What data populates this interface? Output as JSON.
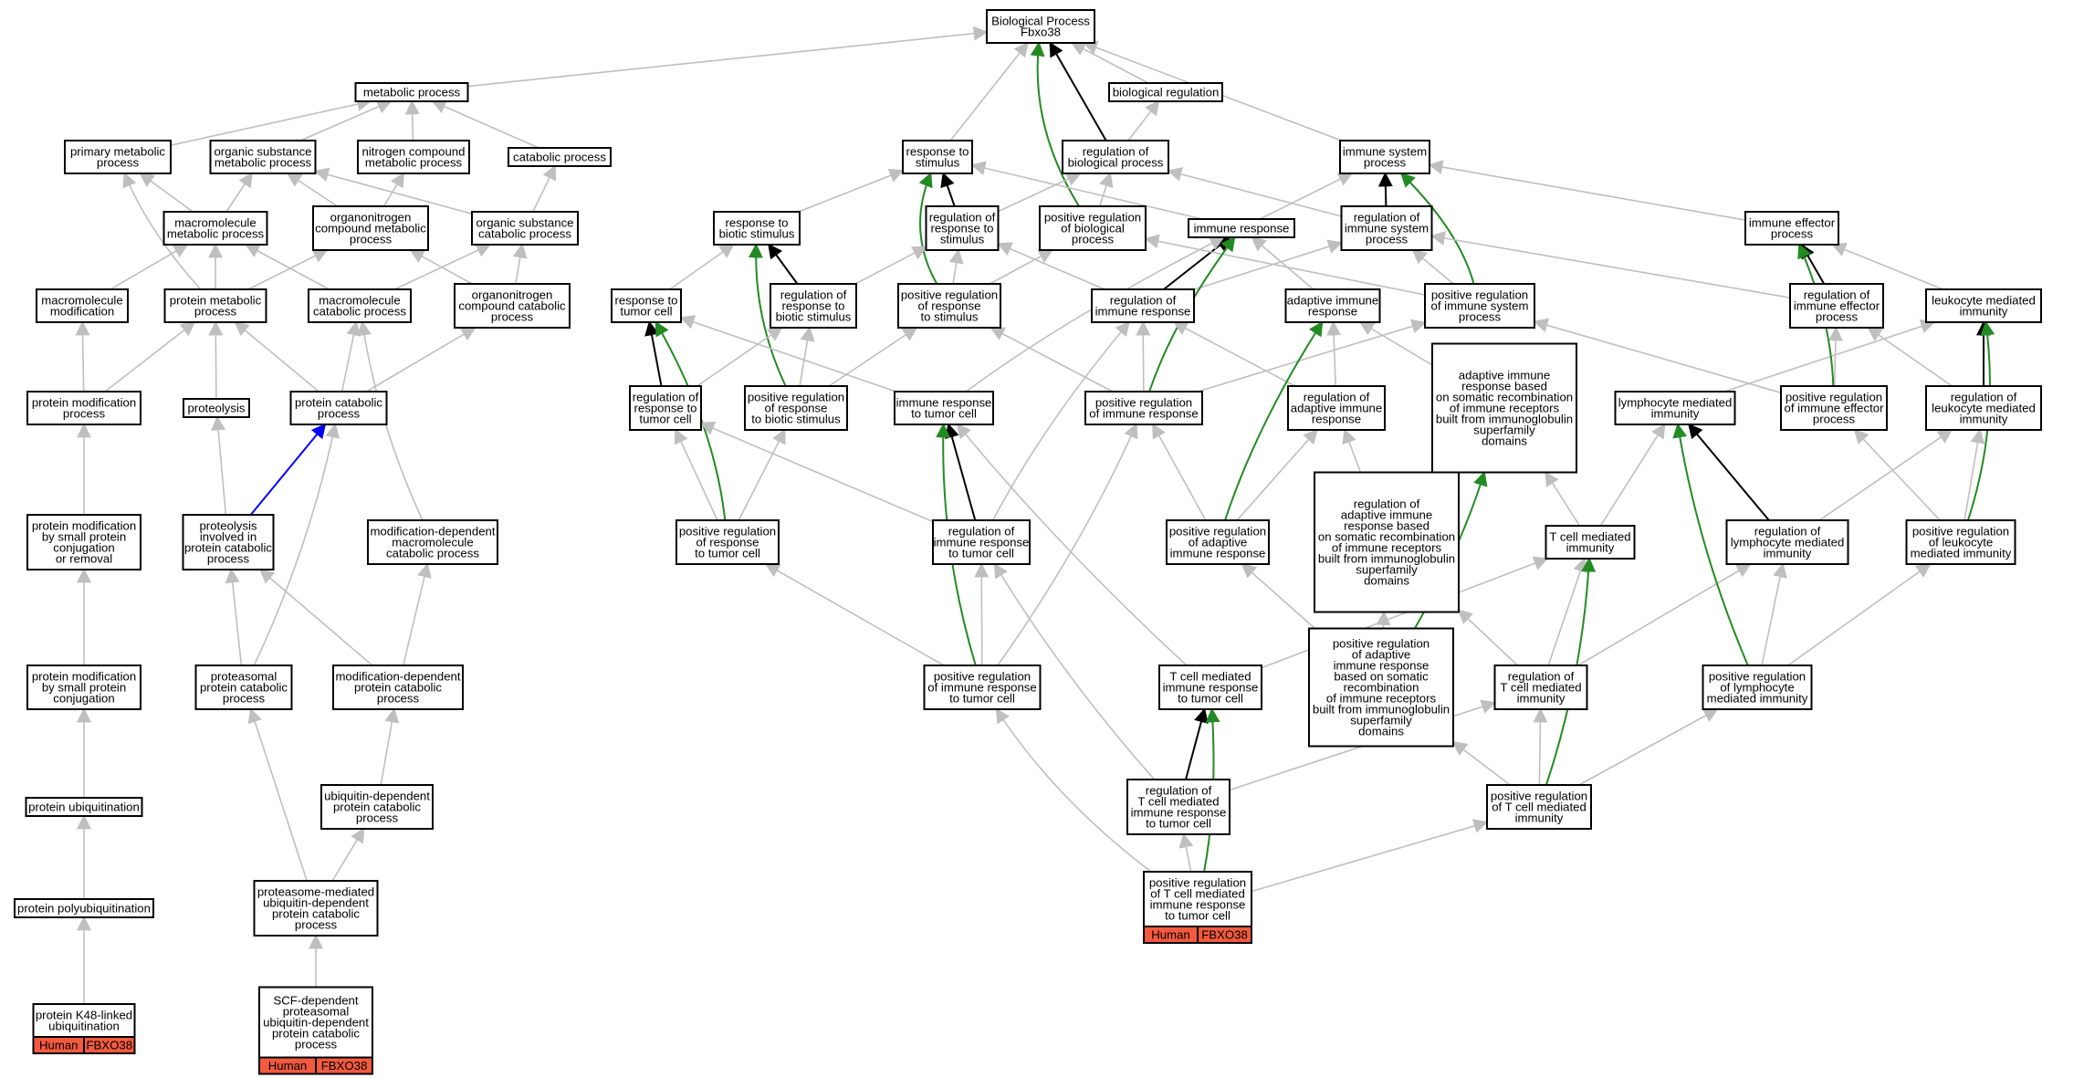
{
  "colors": {
    "background": "#ffffff",
    "edge_default": "#bfbfbf",
    "edge_is_a": "#000000",
    "edge_positive_regulation": "#228b22",
    "edge_part_of": "#0000ff",
    "gene_fill": "#f25a3f"
  },
  "nodes": [
    {
      "id": "bp",
      "label": [
        "Biological Process",
        "Fbxo38"
      ]
    },
    {
      "id": "metab",
      "label": [
        "metabolic process"
      ]
    },
    {
      "id": "bioreg",
      "label": [
        "biological regulation"
      ]
    },
    {
      "id": "primmetab",
      "label": [
        "primary metabolic",
        "process"
      ]
    },
    {
      "id": "orgsub",
      "label": [
        "organic substance",
        "metabolic process"
      ]
    },
    {
      "id": "nitro",
      "label": [
        "nitrogen compound",
        "metabolic process"
      ]
    },
    {
      "id": "catab",
      "label": [
        "catabolic process"
      ]
    },
    {
      "id": "resp_stim",
      "label": [
        "response to",
        "stimulus"
      ]
    },
    {
      "id": "reg_bio",
      "label": [
        "regulation of",
        "biological process"
      ]
    },
    {
      "id": "imm_sys",
      "label": [
        "immune system",
        "process"
      ]
    },
    {
      "id": "macro_met",
      "label": [
        "macromolecule",
        "metabolic process"
      ]
    },
    {
      "id": "orgnitro",
      "label": [
        "organonitrogen",
        "compound metabolic",
        "process"
      ]
    },
    {
      "id": "orgsub_cat",
      "label": [
        "organic substance",
        "catabolic process"
      ]
    },
    {
      "id": "resp_biotic",
      "label": [
        "response to",
        "biotic stimulus"
      ]
    },
    {
      "id": "reg_resp_stim",
      "label": [
        "regulation of",
        "response to",
        "stimulus"
      ]
    },
    {
      "id": "pos_reg_bio",
      "label": [
        "positive regulation",
        "of biological",
        "process"
      ]
    },
    {
      "id": "imm_resp",
      "label": [
        "immune response"
      ]
    },
    {
      "id": "reg_imm_sys",
      "label": [
        "regulation of",
        "immune system",
        "process"
      ]
    },
    {
      "id": "imm_eff",
      "label": [
        "immune effector",
        "process"
      ]
    },
    {
      "id": "macro_mod",
      "label": [
        "macromolecule",
        "modification"
      ]
    },
    {
      "id": "prot_met",
      "label": [
        "protein metabolic",
        "process"
      ]
    },
    {
      "id": "macro_cat",
      "label": [
        "macromolecule",
        "catabolic process"
      ]
    },
    {
      "id": "orgnitro_cat",
      "label": [
        "organonitrogen",
        "compound catabolic",
        "process"
      ]
    },
    {
      "id": "resp_tumor",
      "label": [
        "response to",
        "tumor cell"
      ]
    },
    {
      "id": "reg_resp_biotic",
      "label": [
        "regulation of",
        "response to",
        "biotic stimulus"
      ]
    },
    {
      "id": "pos_reg_resp_stim",
      "label": [
        "positive regulation",
        "of response",
        "to stimulus"
      ]
    },
    {
      "id": "reg_imm_resp",
      "label": [
        "regulation of",
        "immune response"
      ]
    },
    {
      "id": "adapt_imm",
      "label": [
        "adaptive immune",
        "response"
      ]
    },
    {
      "id": "pos_reg_imm_sys",
      "label": [
        "positive regulation",
        "of immune system",
        "process"
      ]
    },
    {
      "id": "reg_imm_eff",
      "label": [
        "regulation of",
        "immune effector",
        "process"
      ]
    },
    {
      "id": "leuk_med",
      "label": [
        "leukocyte mediated",
        "immunity"
      ]
    },
    {
      "id": "prot_mod",
      "label": [
        "protein modification",
        "process"
      ]
    },
    {
      "id": "proteolysis",
      "label": [
        "proteolysis"
      ]
    },
    {
      "id": "prot_cat",
      "label": [
        "protein catabolic",
        "process"
      ]
    },
    {
      "id": "reg_resp_tumor",
      "label": [
        "regulation of",
        "response to",
        "tumor cell"
      ]
    },
    {
      "id": "pos_reg_resp_biotic",
      "label": [
        "positive regulation",
        "of response",
        "to biotic stimulus"
      ]
    },
    {
      "id": "imm_resp_tumor",
      "label": [
        "immune response",
        "to tumor cell"
      ]
    },
    {
      "id": "pos_reg_imm_resp",
      "label": [
        "positive regulation",
        "of immune response"
      ]
    },
    {
      "id": "reg_adapt",
      "label": [
        "regulation of",
        "adaptive immune",
        "response"
      ]
    },
    {
      "id": "adapt_somatic",
      "label": [
        "adaptive immune",
        "response based",
        "on somatic recombination",
        "of immune receptors",
        "built from immunoglobulin",
        "superfamily",
        "domains"
      ]
    },
    {
      "id": "lymph_med",
      "label": [
        "lymphocyte mediated",
        "immunity"
      ]
    },
    {
      "id": "pos_reg_imm_eff",
      "label": [
        "positive regulation",
        "of immune effector",
        "process"
      ]
    },
    {
      "id": "reg_leuk",
      "label": [
        "regulation of",
        "leukocyte mediated",
        "immunity"
      ]
    },
    {
      "id": "prot_mod_small",
      "label": [
        "protein modification",
        "by small protein",
        "conjugation",
        "or removal"
      ]
    },
    {
      "id": "proteolysis_cat",
      "label": [
        "proteolysis",
        "involved in",
        "protein catabolic",
        "process"
      ]
    },
    {
      "id": "mod_dep_macro",
      "label": [
        "modification-dependent",
        "macromolecule",
        "catabolic process"
      ]
    },
    {
      "id": "pos_reg_resp_tumor",
      "label": [
        "positive regulation",
        "of response",
        "to tumor cell"
      ]
    },
    {
      "id": "reg_imm_resp_tumor",
      "label": [
        "regulation of",
        "immune response",
        "to tumor cell"
      ]
    },
    {
      "id": "pos_reg_adapt",
      "label": [
        "positive regulation",
        "of adaptive",
        "immune response"
      ]
    },
    {
      "id": "reg_adapt_somatic",
      "label": [
        "regulation of",
        "adaptive immune",
        "response based",
        "on somatic recombination",
        "of immune receptors",
        "built from immunoglobulin",
        "superfamily",
        "domains"
      ]
    },
    {
      "id": "t_med",
      "label": [
        "T cell mediated",
        "immunity"
      ]
    },
    {
      "id": "reg_lymph",
      "label": [
        "regulation of",
        "lymphocyte mediated",
        "immunity"
      ]
    },
    {
      "id": "pos_reg_leuk",
      "label": [
        "positive regulation",
        "of leukocyte",
        "mediated immunity"
      ]
    },
    {
      "id": "prot_mod_conj",
      "label": [
        "protein modification",
        "by small protein",
        "conjugation"
      ]
    },
    {
      "id": "prot_cat_proc",
      "label": [
        "proteasomal",
        "protein catabolic",
        "process"
      ]
    },
    {
      "id": "mod_dep_prot",
      "label": [
        "modification-dependent",
        "protein catabolic",
        "process"
      ]
    },
    {
      "id": "pos_reg_imm_resp_tumor",
      "label": [
        "positive regulation",
        "of immune response",
        "to tumor cell"
      ]
    },
    {
      "id": "t_med_tumor",
      "label": [
        "T cell mediated",
        "immune response",
        "to tumor cell"
      ]
    },
    {
      "id": "pos_reg_adapt_somatic",
      "label": [
        "positive regulation",
        "of adaptive",
        "immune response",
        "based on somatic",
        "recombination",
        "of immune receptors",
        "built from immunoglobulin",
        "superfamily",
        "domains"
      ]
    },
    {
      "id": "reg_t_med",
      "label": [
        "regulation of",
        "T cell mediated",
        "immunity"
      ]
    },
    {
      "id": "pos_reg_lymph",
      "label": [
        "positive regulation",
        "of lymphocyte",
        "mediated immunity"
      ]
    },
    {
      "id": "prot_ubiq",
      "label": [
        "protein ubiquitination"
      ]
    },
    {
      "id": "ubiq_dep",
      "label": [
        "ubiquitin-dependent",
        "protein catabolic",
        "process"
      ]
    },
    {
      "id": "reg_t_med_tumor",
      "label": [
        "regulation of",
        "T cell mediated",
        "immune response",
        "to tumor cell"
      ]
    },
    {
      "id": "pos_reg_t_med",
      "label": [
        "positive regulation",
        "of T cell mediated",
        "immunity"
      ]
    },
    {
      "id": "prot_polyubiq",
      "label": [
        "protein polyubiquitination"
      ]
    },
    {
      "id": "proteasome_med",
      "label": [
        "proteasome-mediated",
        "ubiquitin-dependent",
        "protein catabolic",
        "process"
      ]
    },
    {
      "id": "pos_reg_t_med_tumor",
      "label": [
        "positive regulation",
        "of T cell mediated",
        "immune response",
        "to tumor cell"
      ],
      "gene": {
        "species": "Human",
        "symbol": "FBXO38"
      }
    },
    {
      "id": "k48",
      "label": [
        "protein K48-linked",
        "ubiquitination"
      ],
      "gene": {
        "species": "Human",
        "symbol": "FBXO38"
      }
    },
    {
      "id": "scf",
      "label": [
        "SCF-dependent",
        "proteasomal",
        "ubiquitin-dependent",
        "protein catabolic",
        "process"
      ],
      "gene": {
        "species": "Human",
        "symbol": "FBXO38"
      }
    }
  ]
}
